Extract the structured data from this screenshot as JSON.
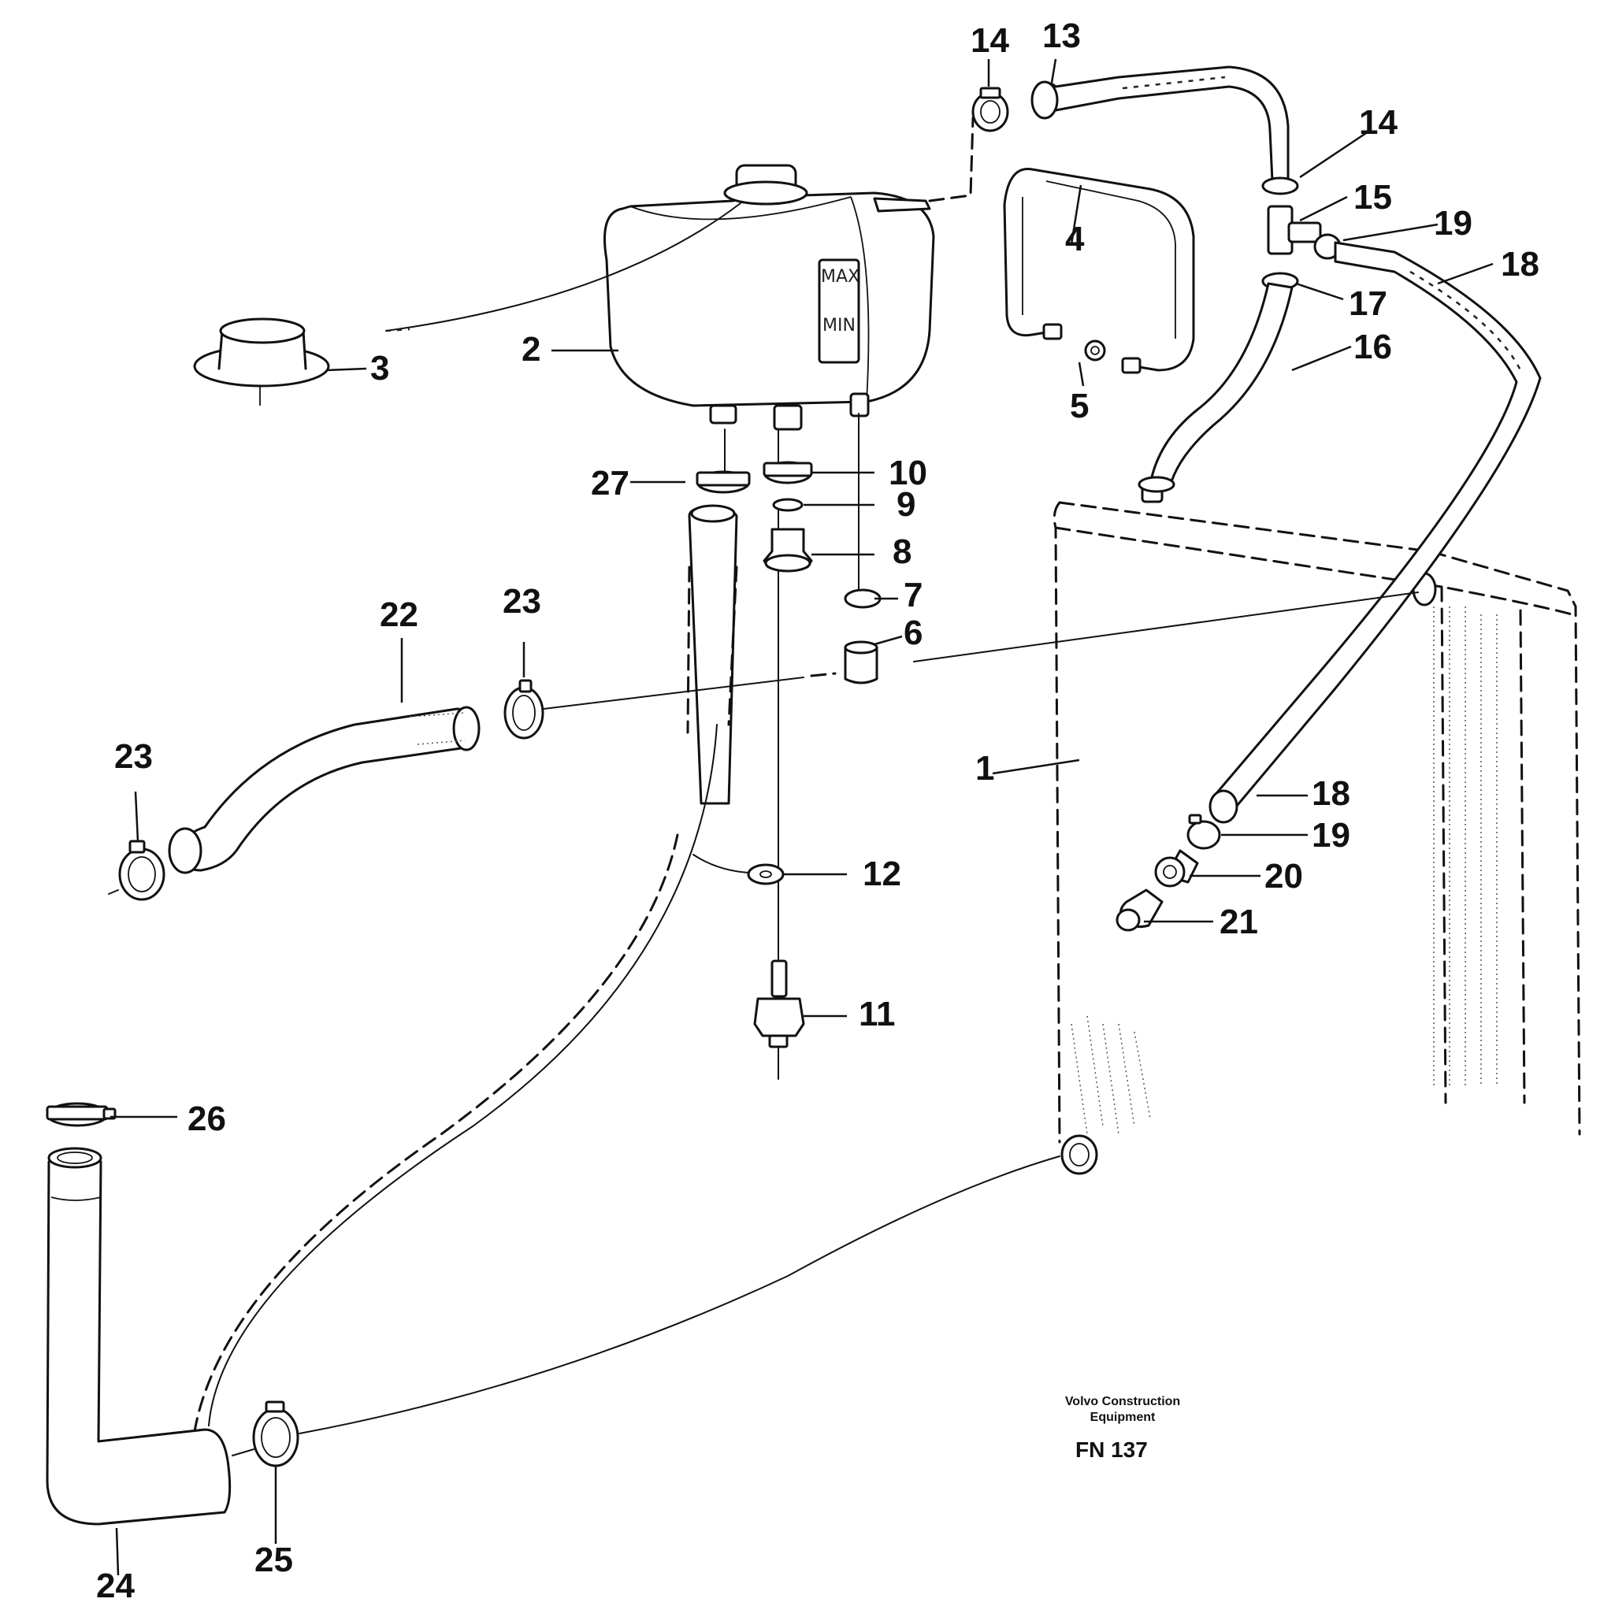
{
  "diagram": {
    "credit_line1": "Volvo Construction",
    "credit_line2": "Equipment",
    "figure_code": "FN 137",
    "tank_marks": {
      "max": "MAX",
      "min": "MIN"
    }
  },
  "callouts": [
    {
      "id": "c1",
      "label": "1"
    },
    {
      "id": "c2",
      "label": "2"
    },
    {
      "id": "c3",
      "label": "3"
    },
    {
      "id": "c4",
      "label": "4"
    },
    {
      "id": "c5",
      "label": "5"
    },
    {
      "id": "c6",
      "label": "6"
    },
    {
      "id": "c7",
      "label": "7"
    },
    {
      "id": "c8",
      "label": "8"
    },
    {
      "id": "c9",
      "label": "9"
    },
    {
      "id": "c10",
      "label": "10"
    },
    {
      "id": "c11",
      "label": "11"
    },
    {
      "id": "c12",
      "label": "12"
    },
    {
      "id": "c13",
      "label": "13"
    },
    {
      "id": "c14a",
      "label": "14"
    },
    {
      "id": "c14b",
      "label": "14"
    },
    {
      "id": "c15",
      "label": "15"
    },
    {
      "id": "c16",
      "label": "16"
    },
    {
      "id": "c17",
      "label": "17"
    },
    {
      "id": "c18a",
      "label": "18"
    },
    {
      "id": "c18b",
      "label": "18"
    },
    {
      "id": "c19a",
      "label": "19"
    },
    {
      "id": "c19b",
      "label": "19"
    },
    {
      "id": "c20",
      "label": "20"
    },
    {
      "id": "c21",
      "label": "21"
    },
    {
      "id": "c22",
      "label": "22"
    },
    {
      "id": "c23a",
      "label": "23"
    },
    {
      "id": "c23b",
      "label": "23"
    },
    {
      "id": "c24",
      "label": "24"
    },
    {
      "id": "c25",
      "label": "25"
    },
    {
      "id": "c26",
      "label": "26"
    },
    {
      "id": "c27",
      "label": "27"
    }
  ]
}
